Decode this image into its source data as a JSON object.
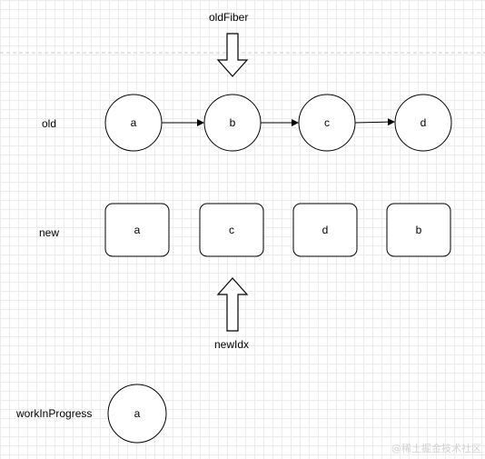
{
  "labels": {
    "old_fiber": "oldFiber",
    "new_idx": "newIdx",
    "row_old": "old",
    "row_new": "new",
    "row_wip": "workInProgress"
  },
  "old_nodes": [
    "a",
    "b",
    "c",
    "d"
  ],
  "new_nodes": [
    "a",
    "c",
    "d",
    "b"
  ],
  "wip_nodes": [
    "a"
  ],
  "watermark": "@稀土掘金技术社区",
  "colors": {
    "stroke": "#000000",
    "fill": "#ffffff",
    "grid": "#ececec",
    "separator": "#c8c8c8",
    "watermark": "#d2d2d2"
  }
}
